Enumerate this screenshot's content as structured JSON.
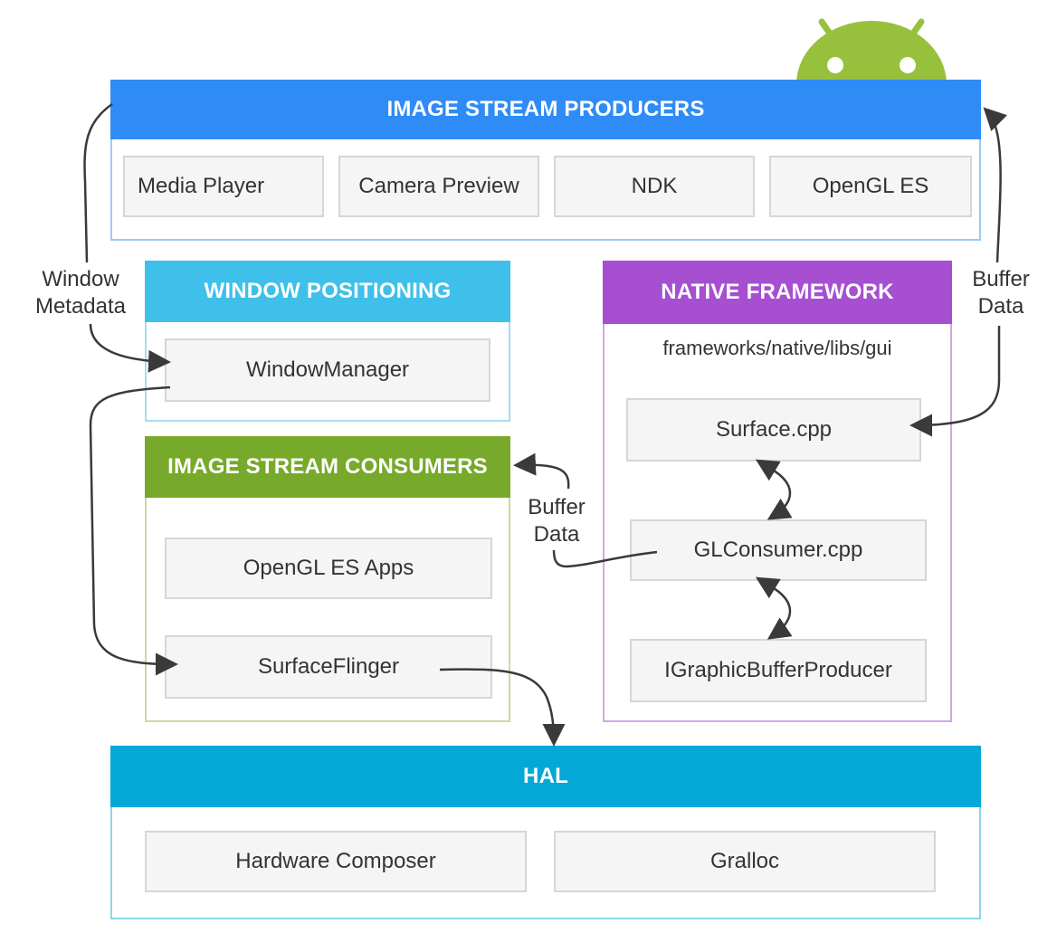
{
  "colors": {
    "producers": "#2f8cf6",
    "window_positioning": "#3ec0ea",
    "native_framework": "#a64fd1",
    "consumers": "#77a92a",
    "hal": "#04a8d6",
    "android": "#97c03d",
    "arrow": "#3a3a3a"
  },
  "producers": {
    "title": "IMAGE STREAM PRODUCERS",
    "items": [
      "Media Player",
      "Camera Preview",
      "NDK",
      "OpenGL ES"
    ]
  },
  "window_positioning": {
    "title": "WINDOW POSITIONING",
    "items": [
      "WindowManager"
    ]
  },
  "native_framework": {
    "title": "NATIVE FRAMEWORK",
    "path": "frameworks/native/libs/gui",
    "items": [
      "Surface.cpp",
      "GLConsumer.cpp",
      "IGraphicBufferProducer"
    ]
  },
  "consumers": {
    "title": "IMAGE STREAM CONSUMERS",
    "items": [
      "OpenGL ES Apps",
      "SurfaceFlinger"
    ]
  },
  "hal": {
    "title": "HAL",
    "items": [
      "Hardware Composer",
      "Gralloc"
    ]
  },
  "labels": {
    "window_metadata": [
      "Window",
      "Metadata"
    ],
    "buffer_data_right": [
      "Buffer",
      "Data"
    ],
    "buffer_data_middle": [
      "Buffer",
      "Data"
    ]
  },
  "icons": {
    "logo": "android-robot-icon"
  }
}
